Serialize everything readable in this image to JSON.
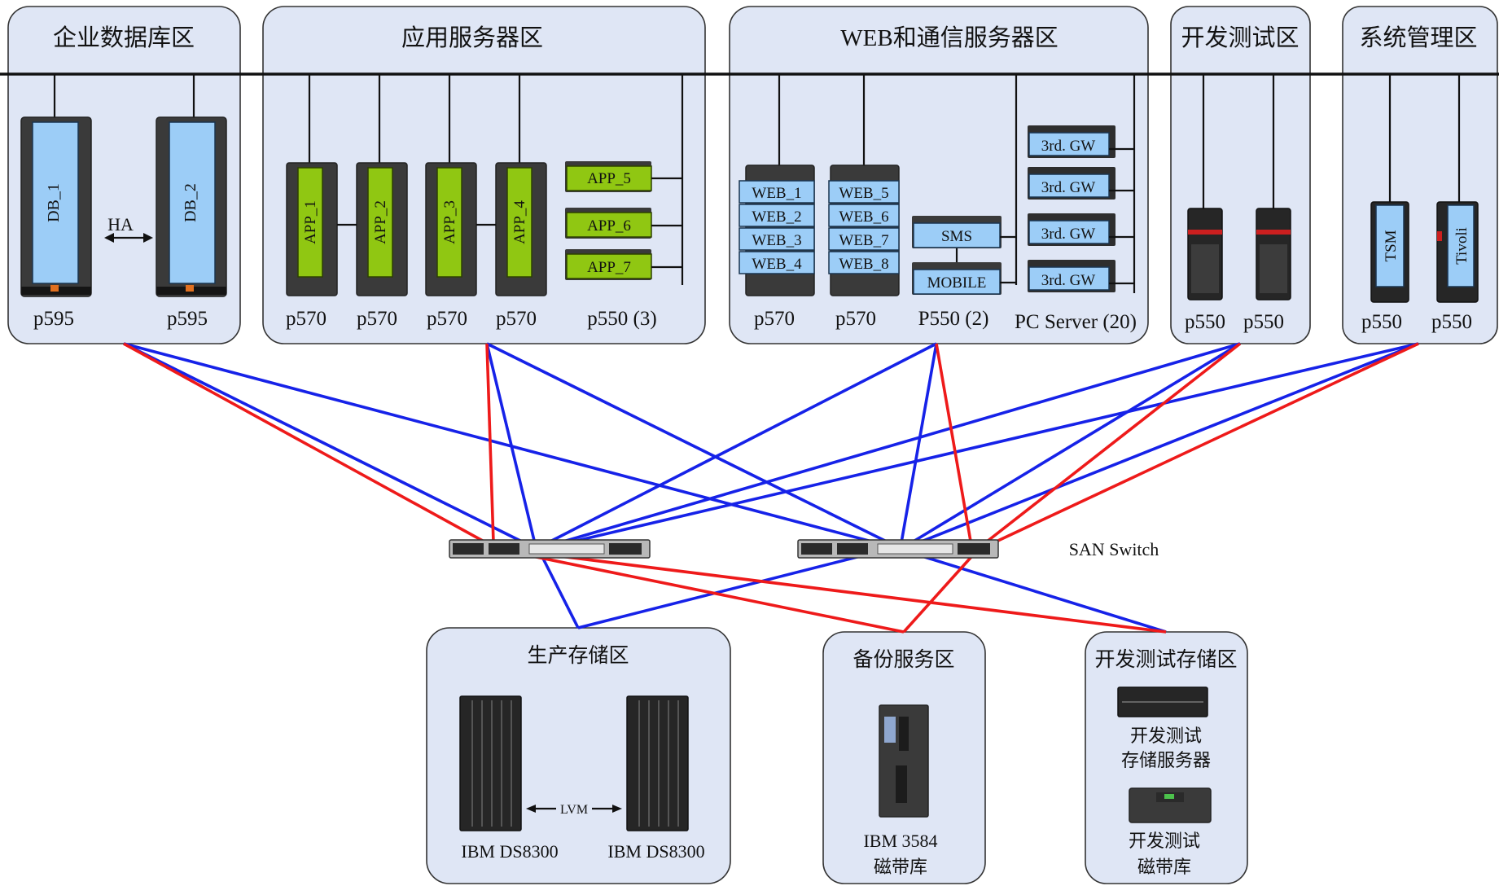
{
  "zones": {
    "db": {
      "title": "企业数据库区",
      "servers": [
        {
          "panel": "DB_1",
          "model": "p595"
        },
        {
          "panel": "DB_2",
          "model": "p595"
        }
      ],
      "link_label": "HA"
    },
    "app": {
      "title": "应用服务器区",
      "racks": [
        {
          "panel": "APP_1",
          "model": "p570"
        },
        {
          "panel": "APP_2",
          "model": "p570"
        },
        {
          "panel": "APP_3",
          "model": "p570"
        },
        {
          "panel": "APP_4",
          "model": "p570"
        }
      ],
      "small_servers": [
        "APP_5",
        "APP_6",
        "APP_7"
      ],
      "small_group_model": "p550 (3)"
    },
    "web": {
      "title": "WEB和通信服务器区",
      "rack1": {
        "panels": [
          "WEB_1",
          "WEB_2",
          "WEB_3",
          "WEB_4"
        ],
        "model": "p570"
      },
      "rack2": {
        "panels": [
          "WEB_5",
          "WEB_6",
          "WEB_7",
          "WEB_8"
        ],
        "model": "p570"
      },
      "comm": {
        "panels": [
          "SMS",
          "MOBILE"
        ],
        "model": "P550 (2)"
      },
      "gateways": {
        "panels": [
          "3rd. GW",
          "3rd. GW",
          "3rd. GW",
          "3rd. GW"
        ],
        "model": "PC Server (20)"
      }
    },
    "devtest": {
      "title": "开发测试区",
      "models": [
        "p550",
        "p550"
      ]
    },
    "sysmgmt": {
      "title": "系统管理区",
      "servers": [
        {
          "panel": "TSM",
          "model": "p550"
        },
        {
          "panel": "Tivoli",
          "model": "p550"
        }
      ]
    },
    "prod_storage": {
      "title": "生产存储区",
      "arrays": [
        "IBM DS8300",
        "IBM DS8300"
      ],
      "link_label": "LVM"
    },
    "backup": {
      "title": "备份服务区",
      "device": [
        "IBM 3584",
        "磁带库"
      ]
    },
    "dev_storage": {
      "title": "开发测试存储区",
      "storage_server": [
        "开发测试",
        "存储服务器"
      ],
      "tape": [
        "开发测试",
        "磁带库"
      ]
    }
  },
  "san": {
    "label": "SAN Switch",
    "colors": {
      "fabric_a": "#1622e8",
      "fabric_b": "#ee1a1a",
      "zone_fill": "#dfe6f5"
    }
  }
}
